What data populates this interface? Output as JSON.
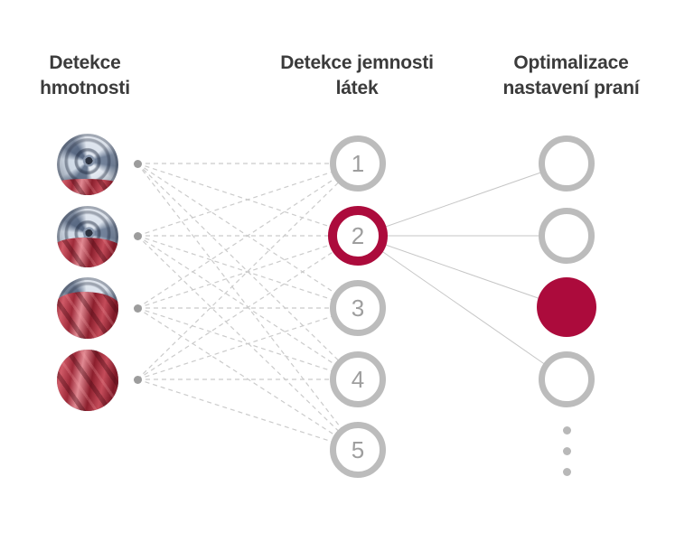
{
  "title_columns": [
    {
      "line1": "Detekce",
      "line2": "hmotnosti"
    },
    {
      "line1": "Detekce jemnosti",
      "line2": "látek"
    },
    {
      "line1": "Optimalizace",
      "line2": "nastavení praní"
    }
  ],
  "input_layer": {
    "photos": [
      {
        "icon": "washer-drum-small-red-load-photo"
      },
      {
        "icon": "washer-drum-medium-red-load-photo"
      },
      {
        "icon": "washer-drum-large-red-load-photo"
      },
      {
        "icon": "washer-drum-full-red-load-photo"
      }
    ]
  },
  "hidden_layer": {
    "nodes": [
      {
        "label": "1",
        "highlighted": false
      },
      {
        "label": "2",
        "highlighted": true
      },
      {
        "label": "3",
        "highlighted": false
      },
      {
        "label": "4",
        "highlighted": false
      },
      {
        "label": "5",
        "highlighted": false
      }
    ]
  },
  "output_layer": {
    "nodes": [
      {
        "selected": false
      },
      {
        "selected": false
      },
      {
        "selected": true
      },
      {
        "selected": false
      }
    ],
    "more_indicator": "ellipsis-3-dots"
  },
  "colors": {
    "accent_red": "#AC0B3C",
    "node_ring_gray": "#BCBCBC",
    "number_gray": "#9E9E9E",
    "connector_gray": "#CBCBCB",
    "title_text": "#3B3B3B"
  }
}
